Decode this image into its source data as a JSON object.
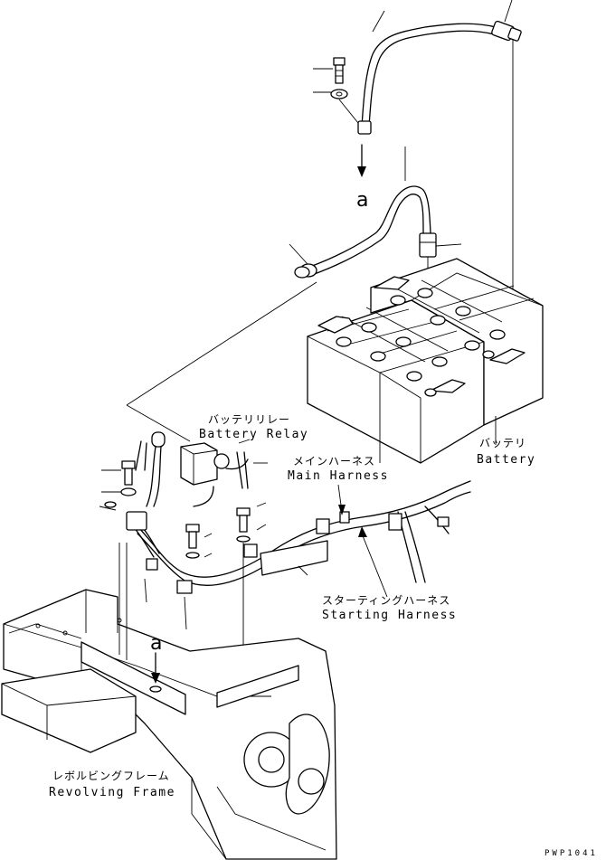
{
  "labels": {
    "battery_relay_jp": "バッテリリレー",
    "battery_relay_en": "Battery Relay",
    "main_harness_jp": "メインハーネス",
    "main_harness_en": "Main Harness",
    "battery_jp": "バッテリ",
    "battery_en": "Battery",
    "starting_harness_jp": "スターティングハーネス",
    "starting_harness_en": "Starting Harness",
    "revolving_frame_jp": "レボルビングフレーム",
    "revolving_frame_en": "Revolving Frame",
    "ref_top": "a",
    "ref_bottom": "a",
    "drawing_code": "PWP1041"
  }
}
